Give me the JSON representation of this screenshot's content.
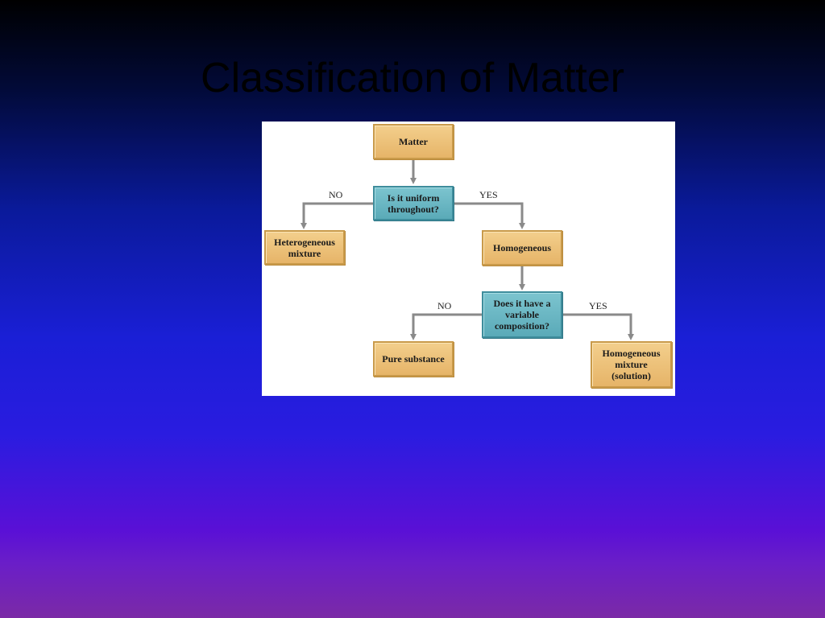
{
  "slide": {
    "title": "Classification of Matter"
  },
  "diagram": {
    "nodes": {
      "matter": "Matter",
      "uniform_question": "Is it uniform throughout?",
      "heterogeneous": "Heterogeneous mixture",
      "homogeneous": "Homogeneous",
      "variable_question": "Does it have a variable composition?",
      "pure_substance": "Pure substance",
      "homogeneous_mixture": "Homogeneous mixture (solution)"
    },
    "labels": {
      "no_1": "NO",
      "yes_1": "YES",
      "no_2": "NO",
      "yes_2": "YES"
    }
  },
  "colors": {
    "box_tan": "#e6b468",
    "box_teal": "#5aaab8",
    "connector": "#8a8a8a"
  }
}
